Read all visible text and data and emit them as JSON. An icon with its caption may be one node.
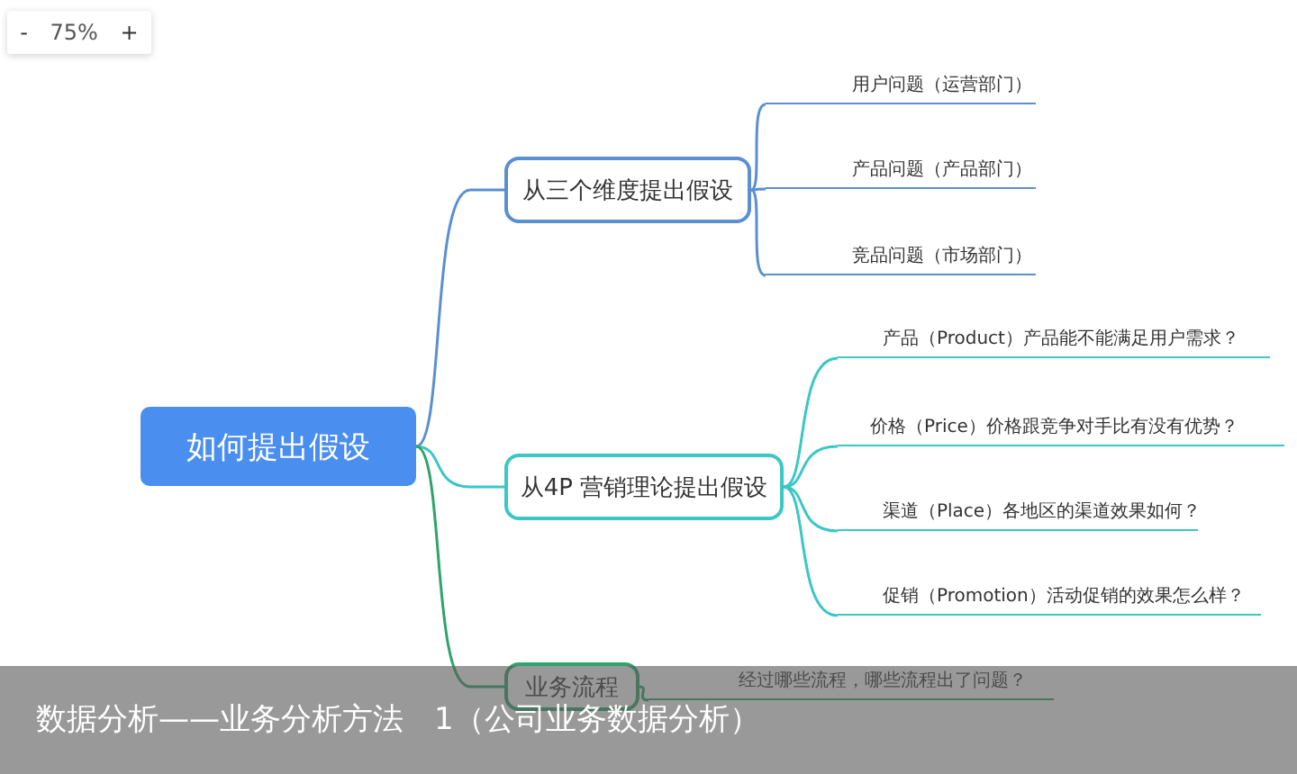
{
  "diagram": {
    "caption": "数据分析——业务分析方法　1（公司业务数据分析）",
    "nodes": [
      {
        "text": [
          "如何提出假设"
        ]
      },
      {
        "text": [
          "从三个维度提出假设"
        ]
      },
      {
        "text": [
          "用户问题（运营部门）"
        ]
      },
      {
        "text": [
          "产品问题（产品部门）"
        ]
      },
      {
        "text": [
          "竞品问题（市场部门）"
        ]
      },
      {
        "text": [
          "从4P 营销理论提出假设"
        ]
      },
      {
        "text": [
          "产品（Product）产品能不能满足用户需求？"
        ]
      },
      {
        "text": [
          "价格（Price）价格跟竞争对手比有没有优势？"
        ]
      },
      {
        "text": [
          "渠道（Place）各地区的渠道效果如何？"
        ]
      },
      {
        "text": [
          "促销（Promotion）活动促销的效果怎么样？"
        ]
      },
      {
        "text": [
          "业务流程"
        ]
      },
      {
        "text": [
          "经过哪些流程，哪些流程出了问题？"
        ]
      }
    ],
    "edges": [
      {
        "from": 0,
        "to": 1,
        "arrow": "none",
        "color": "#5b8fd0"
      },
      {
        "from": 1,
        "to": 2,
        "arrow": "none",
        "color": "#5b8fd0"
      },
      {
        "from": 1,
        "to": 3,
        "arrow": "none",
        "color": "#5b8fd0"
      },
      {
        "from": 1,
        "to": 4,
        "arrow": "none",
        "color": "#5b8fd0"
      },
      {
        "from": 0,
        "to": 5,
        "arrow": "none",
        "color": "#3cc6c6"
      },
      {
        "from": 5,
        "to": 6,
        "arrow": "none",
        "color": "#3cc6c6"
      },
      {
        "from": 5,
        "to": 7,
        "arrow": "none",
        "color": "#3cc6c6"
      },
      {
        "from": 5,
        "to": 8,
        "arrow": "none",
        "color": "#3cc6c6"
      },
      {
        "from": 5,
        "to": 9,
        "arrow": "none",
        "color": "#3cc6c6"
      },
      {
        "from": 0,
        "to": 10,
        "arrow": "none",
        "color": "#2ea36a"
      },
      {
        "from": 10,
        "to": 11,
        "arrow": "none",
        "color": "#2ea36a"
      }
    ],
    "labels": [
      "-",
      "75%",
      "+"
    ]
  }
}
